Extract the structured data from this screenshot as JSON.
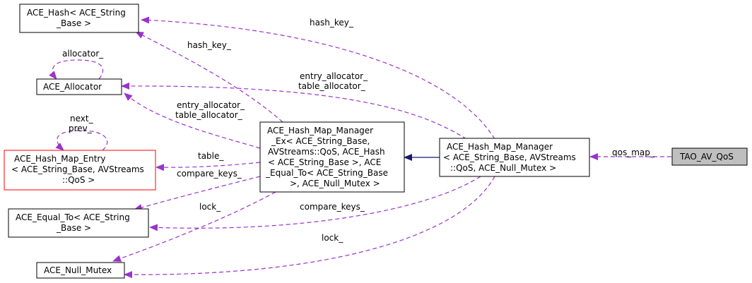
{
  "nodes": [
    {
      "id": "ace_hash",
      "lines": [
        "ACE_Hash< ACE_String",
        "_Base >"
      ],
      "border": "#000000",
      "fill": "#ffffff"
    },
    {
      "id": "ace_allocator",
      "lines": [
        "ACE_Allocator"
      ],
      "border": "#000000",
      "fill": "#ffffff"
    },
    {
      "id": "ace_hash_map_entry",
      "lines": [
        "ACE_Hash_Map_Entry",
        "< ACE_String_Base, AVStreams",
        "::QoS >"
      ],
      "border": "#ff0000",
      "fill": "#ffffff"
    },
    {
      "id": "ace_equal_to",
      "lines": [
        "ACE_Equal_To< ACE_String",
        "_Base >"
      ],
      "border": "#000000",
      "fill": "#ffffff"
    },
    {
      "id": "ace_null_mutex",
      "lines": [
        "ACE_Null_Mutex"
      ],
      "border": "#000000",
      "fill": "#ffffff"
    },
    {
      "id": "hash_map_manager_ex",
      "lines": [
        "ACE_Hash_Map_Manager",
        "_Ex< ACE_String_Base,",
        "AVStreams::QoS, ACE_Hash",
        "< ACE_String_Base >, ACE",
        "_Equal_To< ACE_String_Base",
        ">, ACE_Null_Mutex >"
      ],
      "border": "#000000",
      "fill": "#ffffff"
    },
    {
      "id": "hash_map_manager",
      "lines": [
        "ACE_Hash_Map_Manager",
        "< ACE_String_Base, AVStreams",
        "::QoS, ACE_Null_Mutex >"
      ],
      "border": "#000000",
      "fill": "#ffffff"
    },
    {
      "id": "tao_av_qos",
      "lines": [
        "TAO_AV_QoS"
      ],
      "border": "#000000",
      "fill": "#bfbfbf"
    }
  ],
  "edge_labels": {
    "hash_key_left": "hash_key_",
    "hash_key_right": "hash_key_",
    "allocator_self": "allocator_",
    "entry_alloc_left_1": "entry_allocator_",
    "entry_alloc_left_2": "table_allocator_",
    "entry_alloc_right_1": "entry_allocator_",
    "entry_alloc_right_2": "table_allocator_",
    "entry_self_1": "next_",
    "entry_self_2": "prev_",
    "table": "table_",
    "compare_keys_left": "compare_keys_",
    "compare_keys_right": "compare_keys_",
    "lock_left": "lock_",
    "lock_right": "lock_",
    "qos_map": "qos_map_"
  },
  "colors": {
    "inheritance_edge": "#191970",
    "usage_edge": "#9a32cd"
  }
}
